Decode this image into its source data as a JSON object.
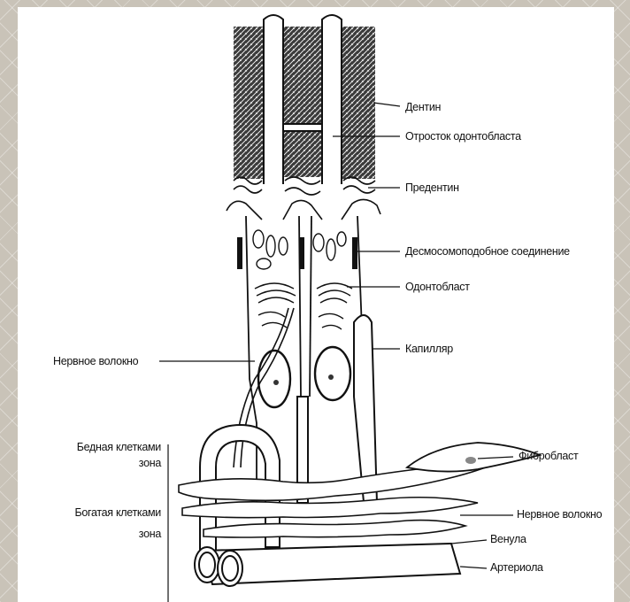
{
  "labels": {
    "dentin": "Дентин",
    "odontoblast_process": "Отросток одонтобласта",
    "predentin": "Предентин",
    "desmosome": "Десмосомоподобное соединение",
    "odontoblast": "Одонтобласт",
    "capillary": "Капилляр",
    "nerve_fiber_left": "Нервное волокно",
    "fibroblast": "Фибробласт",
    "cell_poor_zone_line1": "Бедная клетками",
    "cell_poor_zone_line2": "зона",
    "cell_rich_zone_line1": "Богатая клетками",
    "cell_rich_zone_line2": "зона",
    "nerve_fiber_right": "Нервное волокно",
    "venule": "Венула",
    "arteriole": "Артериола"
  },
  "colors": {
    "background": "#c9c3b8",
    "panel": "#ffffff",
    "ink": "#111111",
    "dentin_fill": "#2a2a2a"
  }
}
